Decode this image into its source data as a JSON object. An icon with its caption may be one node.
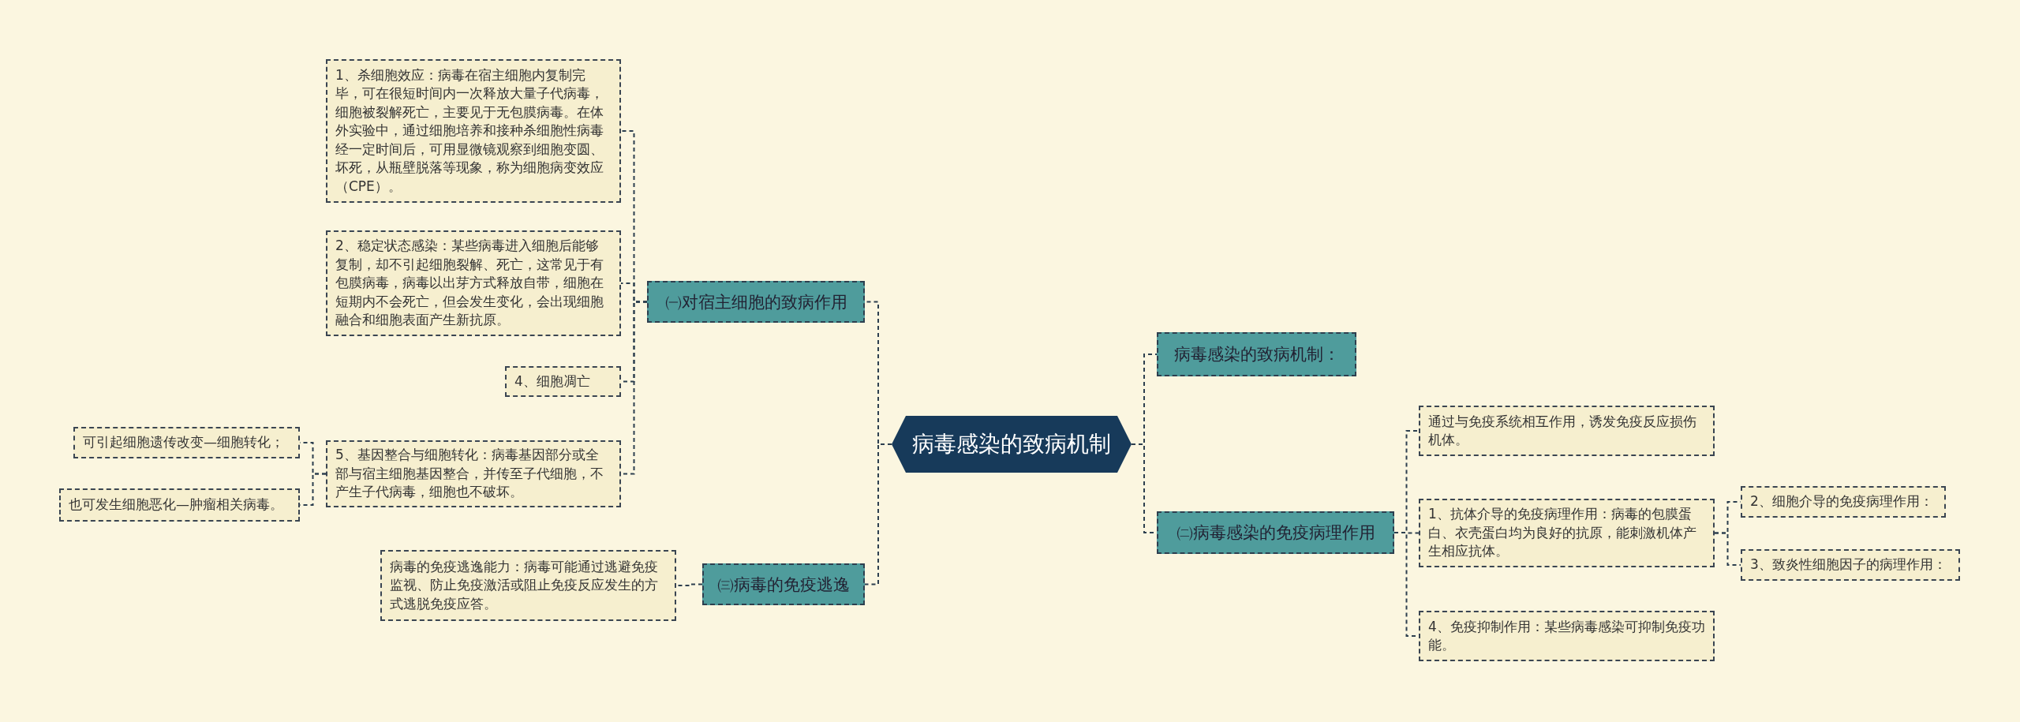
{
  "diagram": {
    "nodes": [
      {
        "text": [
          "病毒感染的致病机制"
        ]
      },
      {
        "text": [
          "㈠对宿主细胞的致病作用"
        ]
      },
      {
        "text": [
          "1、杀细胞效应：病毒在宿主细胞内复制完毕，可在很短时间内一次释放大量子代病毒，细胞被裂解死亡，主要见于无包膜病毒。在体外实验中，通过细胞培养和接种杀细胞性病毒经一定时间后，可用显微镜观察到细胞变圆、坏死，从瓶壁脱落等现象，称为细胞病变效应（CPE）。"
        ]
      },
      {
        "text": [
          "2、稳定状态感染：某些病毒进入细胞后能够复制，却不引起细胞裂解、死亡，这常见于有包膜病毒，病毒以出芽方式释放自带，细胞在短期内不会死亡，但会发生变化，会出现细胞融合和细胞表面产生新抗原。"
        ]
      },
      {
        "text": [
          "4、细胞凋亡"
        ]
      },
      {
        "text": [
          "5、基因整合与细胞转化：病毒基因部分或全部与宿主细胞基因整合，并传至子代细胞，不产生子代病毒，细胞也不破坏。"
        ]
      },
      {
        "text": [
          "可引起细胞遗传改变—细胞转化；"
        ]
      },
      {
        "text": [
          "也可发生细胞恶化—肿瘤相关病毒。"
        ]
      },
      {
        "text": [
          "㈢病毒的免疫逃逸"
        ]
      },
      {
        "text": [
          "病毒的免疫逃逸能力：病毒可能通过逃避免疫监视、防止免疫激活或阻止免疫反应发生的方式逃脱免疫应答。"
        ]
      },
      {
        "text": [
          "病毒感染的致病机制："
        ]
      },
      {
        "text": [
          "㈡病毒感染的免疫病理作用"
        ]
      },
      {
        "text": [
          "通过与免疫系统相互作用，诱发免疫反应损伤机体。"
        ]
      },
      {
        "text": [
          "1、抗体介导的免疫病理作用：病毒的包膜蛋白、衣壳蛋白均为良好的抗原，能刺激机体产生相应抗体。"
        ]
      },
      {
        "text": [
          "2、细胞介导的免疫病理作用："
        ]
      },
      {
        "text": [
          "3、致炎性细胞因子的病理作用："
        ]
      },
      {
        "text": [
          "4、免疫抑制作用：某些病毒感染可抑制免疫功能。"
        ]
      }
    ],
    "edges": [
      {
        "from": 0,
        "to": 1,
        "arrow": "none",
        "style": "dashed"
      },
      {
        "from": 1,
        "to": 2,
        "arrow": "none",
        "style": "dashed"
      },
      {
        "from": 1,
        "to": 3,
        "arrow": "none",
        "style": "dashed"
      },
      {
        "from": 1,
        "to": 4,
        "arrow": "none",
        "style": "dashed"
      },
      {
        "from": 1,
        "to": 5,
        "arrow": "none",
        "style": "dashed"
      },
      {
        "from": 5,
        "to": 6,
        "arrow": "none",
        "style": "dashed"
      },
      {
        "from": 5,
        "to": 7,
        "arrow": "none",
        "style": "dashed"
      },
      {
        "from": 0,
        "to": 8,
        "arrow": "none",
        "style": "dashed"
      },
      {
        "from": 8,
        "to": 9,
        "arrow": "none",
        "style": "dashed"
      },
      {
        "from": 0,
        "to": 10,
        "arrow": "none",
        "style": "dashed"
      },
      {
        "from": 0,
        "to": 11,
        "arrow": "none",
        "style": "dashed"
      },
      {
        "from": 11,
        "to": 12,
        "arrow": "none",
        "style": "dashed"
      },
      {
        "from": 11,
        "to": 13,
        "arrow": "none",
        "style": "dashed"
      },
      {
        "from": 11,
        "to": 16,
        "arrow": "none",
        "style": "dashed"
      },
      {
        "from": 13,
        "to": 14,
        "arrow": "none",
        "style": "dashed"
      },
      {
        "from": 13,
        "to": 15,
        "arrow": "none",
        "style": "dashed"
      }
    ]
  }
}
